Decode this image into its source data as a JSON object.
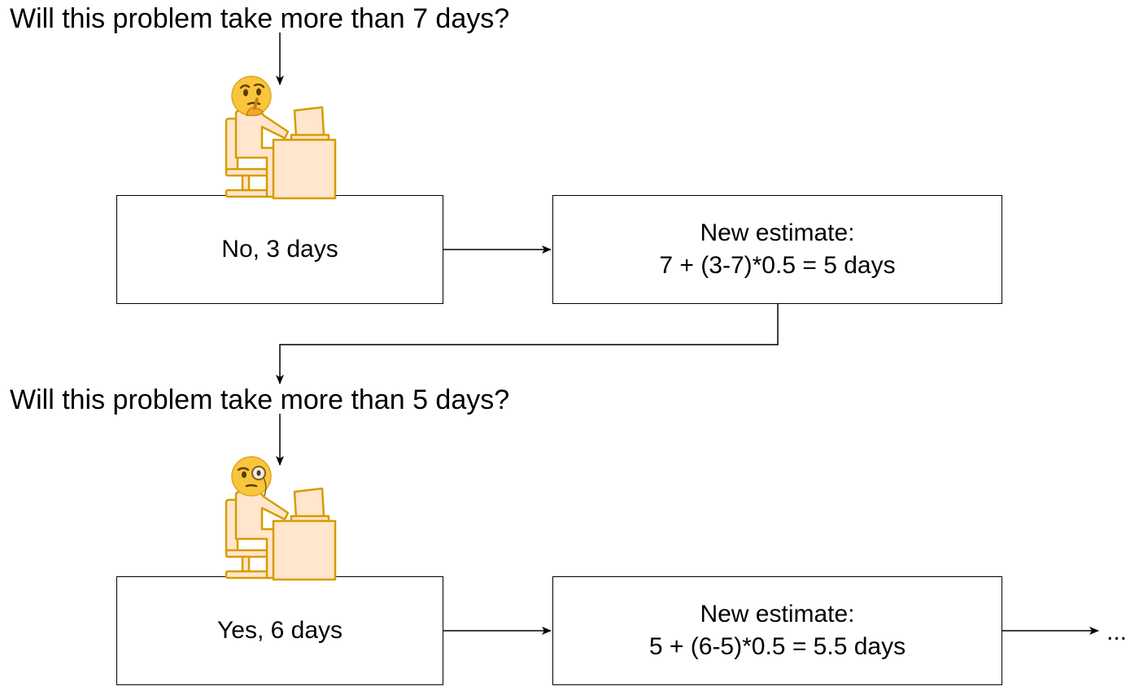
{
  "questions": {
    "q1": "Will this problem take more than 7 days?",
    "q2": "Will this problem take more than 5 days?"
  },
  "boxes": {
    "answer_1": "No, 3 days",
    "estimate_1": {
      "line1": "New estimate:",
      "line2": "7 + (3-7)*0.5 = 5 days"
    },
    "answer_2": "Yes, 6 days",
    "estimate_2": {
      "line1": "New estimate:",
      "line2": "5 + (6-5)*0.5 = 5.5 days"
    }
  },
  "continuation": "...",
  "emoji": {
    "face_1": "thinking-face",
    "face_2": "face-with-monocle"
  },
  "colors": {
    "figure_fill": "#ffe6cc",
    "figure_stroke": "#d79b00",
    "emoji_yellow": "#f9c53d",
    "emoji_outline": "#e0a51b",
    "line": "#000000"
  }
}
